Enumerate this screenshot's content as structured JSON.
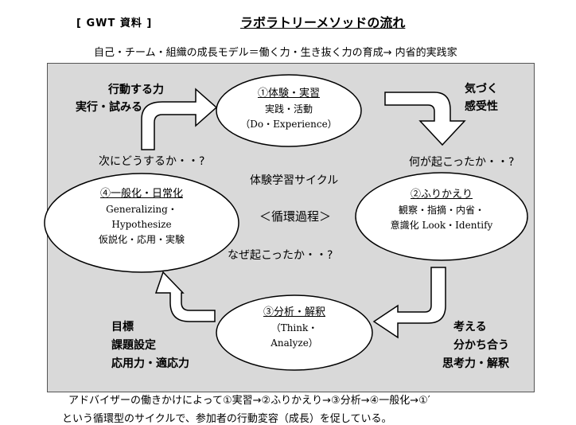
{
  "header": {
    "tag": "[ GWT 資料 ]",
    "title": "ラボラトリーメソッドの流れ"
  },
  "subtitle": "自己・チーム・組織の成長モデル＝働く力・生き抜く力の育成→  内省的実践家",
  "nodes": {
    "n1": {
      "title": "①体験・実習",
      "lines": [
        "実践・活動",
        "（Do・Experience）"
      ]
    },
    "n2": {
      "title": "②ふりかえり",
      "lines": [
        "観察・指摘・内省・",
        "意識化 Look・Identify"
      ]
    },
    "n3": {
      "title": "③分析・解釈",
      "lines": [
        "（Think・",
        "Analyze）"
      ]
    },
    "n4": {
      "title": "④一般化・日常化",
      "lines": [
        "Generalizing・",
        "Hypothesize",
        "仮説化・応用・実験"
      ]
    }
  },
  "center": {
    "cycle": "体験学習サイクル",
    "process": "＜循環過程＞"
  },
  "labels": {
    "top_left": [
      "行動する力",
      "実行・試みる"
    ],
    "top_right": [
      "気づく",
      "感受性"
    ],
    "q_next": "次にどうするか・・?",
    "q_what": "何が起こったか・・?",
    "q_why": "なぜ起こったか・・?",
    "bottom_left": [
      "目標",
      "課題設定",
      "応用力・適応力"
    ],
    "bottom_right": [
      "考える",
      "分かち合う",
      "思考力・解釈"
    ]
  },
  "footer": {
    "line1": "アドバイザーの働きかけによって①実習→②ふりかえり→③分析→④一般化→①′",
    "line2": "という循環型のサイクルで、参加者の行動変容（成長）を促している。"
  }
}
